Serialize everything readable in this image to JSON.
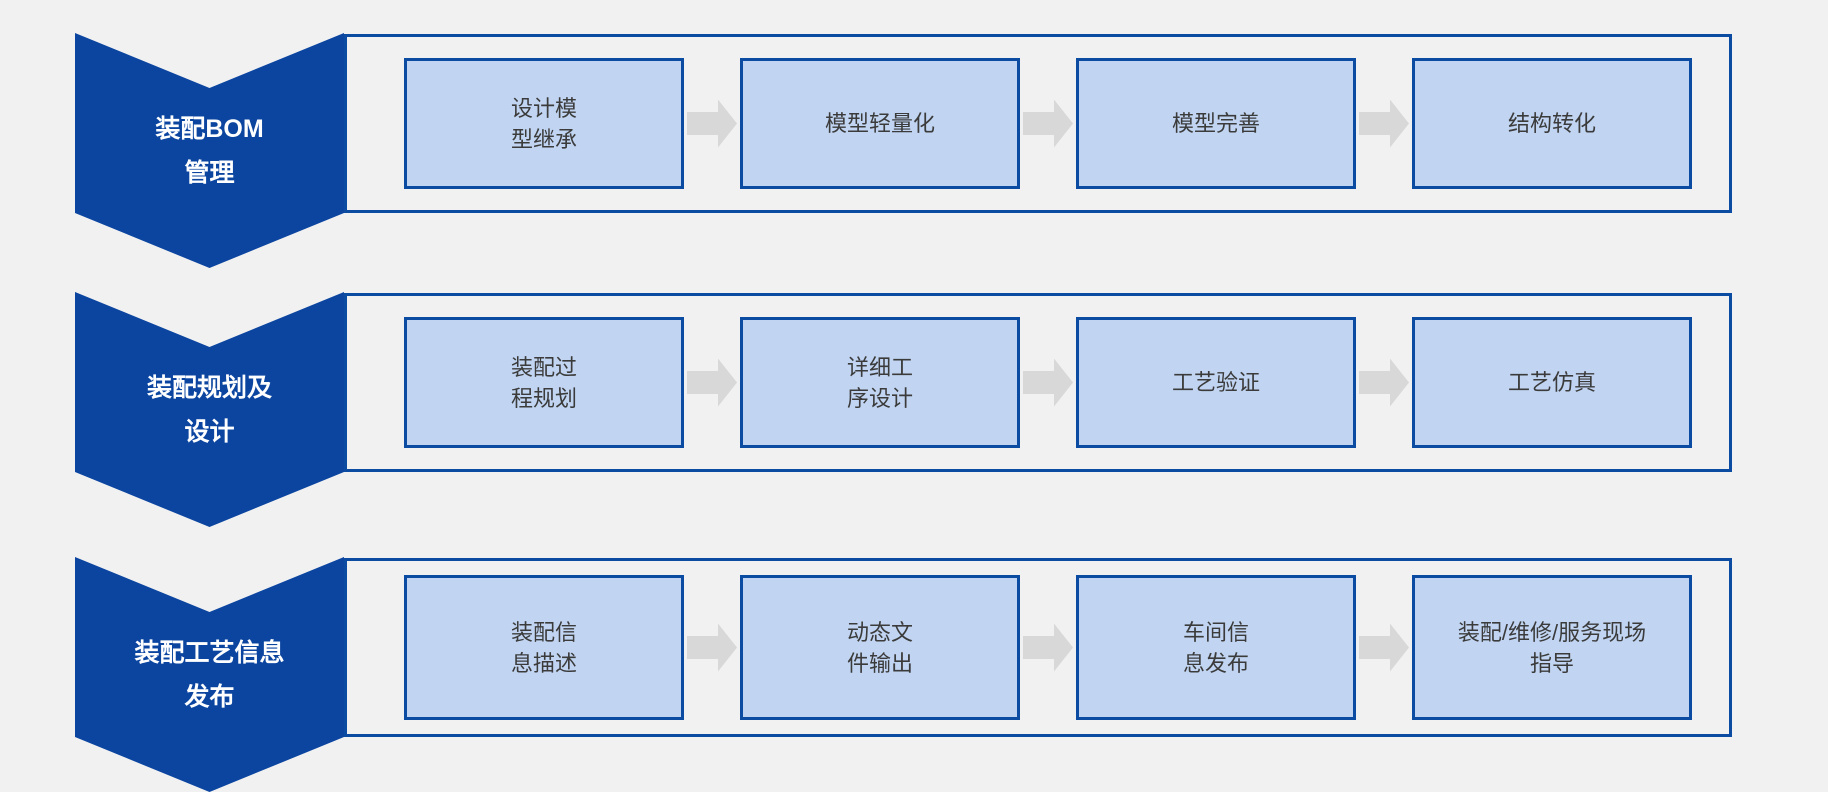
{
  "colors": {
    "page_background": "#F1F1F2",
    "stage_chevron_fill": "#0B45A0",
    "band_border": "#0C4BA2",
    "step_box_fill": "#C1D5F2",
    "step_box_border": "#0C4BA2",
    "step_text": "#3B3B3B",
    "stage_text": "#FFFFFF",
    "arrow_fill": "#D8D8D8"
  },
  "rows": [
    {
      "stage": "装配BOM\n管理",
      "steps": [
        "设计模\n型继承",
        "模型轻量化",
        "模型完善",
        "结构转化"
      ]
    },
    {
      "stage": "装配规划及\n设计",
      "steps": [
        "装配过\n程规划",
        "详细工\n序设计",
        "工艺验证",
        "工艺仿真"
      ]
    },
    {
      "stage": "装配工艺信息\n发布",
      "steps": [
        "装配信\n息描述",
        "动态文\n件输出",
        "车间信\n息发布",
        "装配/维修/服务现场\n指导"
      ]
    }
  ]
}
